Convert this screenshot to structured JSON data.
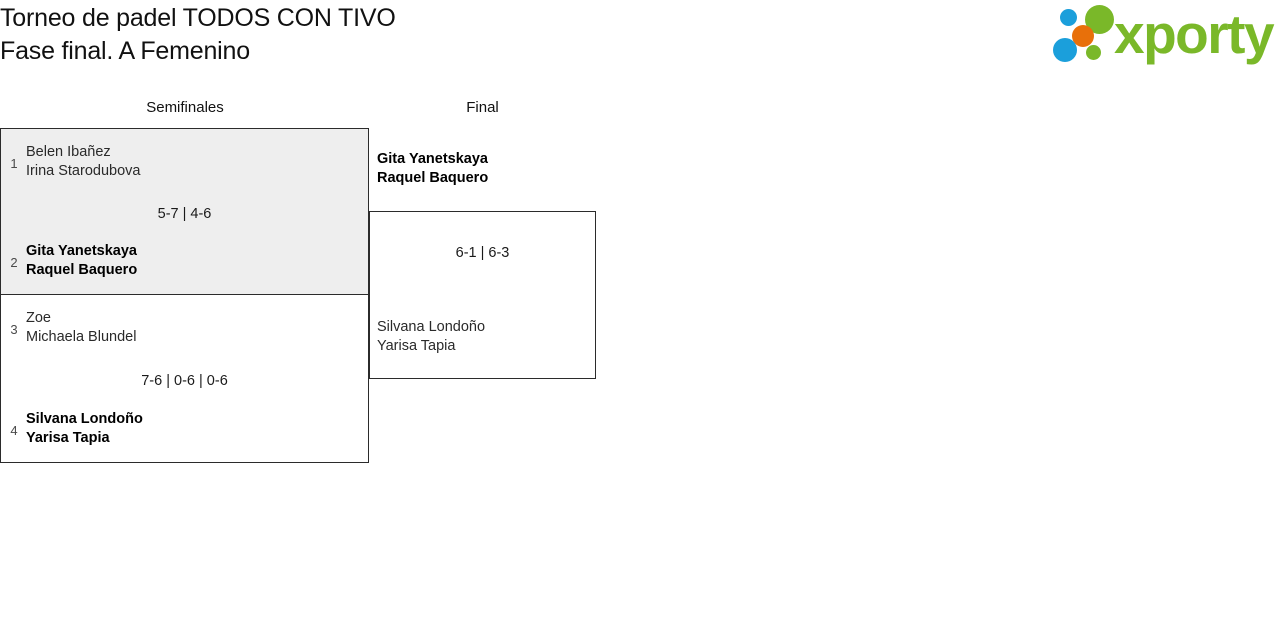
{
  "header": {
    "title_line_1": "Torneo de padel TODOS CON TIVO",
    "title_line_2": "Fase final. A Femenino"
  },
  "logo": {
    "wordmark": "xporty",
    "colors": {
      "green": "#7ab829",
      "blue": "#1b9fdb",
      "orange": "#e8700a"
    },
    "dots": [
      {
        "name": "blue-small",
        "color": "#1b9fdb"
      },
      {
        "name": "green-big",
        "color": "#7ab829"
      },
      {
        "name": "orange",
        "color": "#e8700a"
      },
      {
        "name": "blue-big",
        "color": "#1b9fdb"
      },
      {
        "name": "green-small",
        "color": "#7ab829"
      }
    ]
  },
  "bracket": {
    "rounds": [
      {
        "name": "semifinals",
        "label": "Semifinales"
      },
      {
        "name": "final",
        "label": "Final"
      }
    ],
    "matches": [
      {
        "id": "sf-1",
        "round": "semifinals",
        "score": "5-7 | 4-6",
        "highlighted": true,
        "teams": [
          {
            "seed": "1",
            "player_1": "Belen Ibañez",
            "player_2": "Irina Starodubova",
            "result": "loser"
          },
          {
            "seed": "2",
            "player_1": "Gita Yanetskaya",
            "player_2": "Raquel Baquero",
            "result": "winner"
          }
        ]
      },
      {
        "id": "sf-2",
        "round": "semifinals",
        "score": "7-6 | 0-6 | 0-6",
        "highlighted": false,
        "teams": [
          {
            "seed": "3",
            "player_1": "Zoe",
            "player_2": "Michaela Blundel",
            "result": "loser"
          },
          {
            "seed": "4",
            "player_1": "Silvana Londoño",
            "player_2": "Yarisa Tapia",
            "result": "winner"
          }
        ]
      },
      {
        "id": "final",
        "round": "final",
        "score": "6-1 | 6-3",
        "highlighted": false,
        "teams": [
          {
            "seed": "",
            "player_1": "Gita Yanetskaya",
            "player_2": "Raquel Baquero",
            "result": "winner"
          },
          {
            "seed": "",
            "player_1": "Silvana Londoño",
            "player_2": "Yarisa Tapia",
            "result": "loser"
          }
        ]
      }
    ]
  }
}
